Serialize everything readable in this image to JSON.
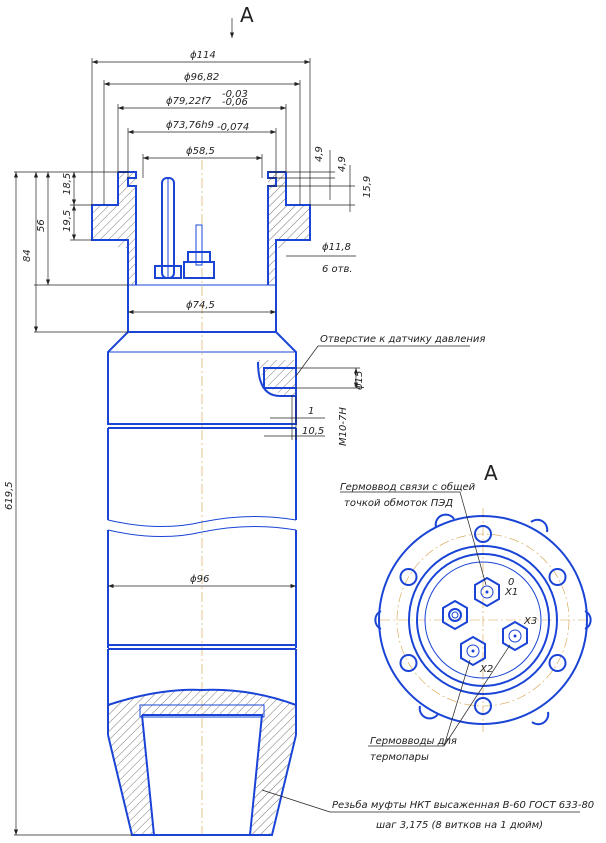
{
  "view_label_top": "A",
  "view_label_side": "A",
  "dims": {
    "d114": "ϕ114",
    "d96_82": "ϕ96,82",
    "d79_22": "ϕ79,22f7",
    "d79_22_tol_up": "-0,03",
    "d79_22_tol_dn": "-0,06",
    "d73_76": "ϕ73,76h9",
    "d73_76_tol": "-0,074",
    "d58_5": "ϕ58,5",
    "d74_5": "ϕ74,5",
    "d96": "ϕ96",
    "d15": "ϕ15",
    "d11_8": "ϕ11,8",
    "holes": "6 отв.",
    "v4_9a": "4,9",
    "v4_9b": "4,9",
    "v15_9": "15,9",
    "v18_5": "18,5",
    "v19_5": "19,5",
    "v56": "56",
    "v84": "84",
    "v619_5": "619,5",
    "v1": "1",
    "v10_5": "10,5",
    "m10": "M10-7H"
  },
  "notes": {
    "pressure_hole": "Отверстие к датчику давления",
    "lead_common_1": "Гермоввод связи с общей",
    "lead_common_2": "точкой обмоток ПЭД",
    "thermo_1": "Гермовводы для",
    "thermo_2": "термопары",
    "thread_1": "Резьба муфты НКТ высаженная В-60 ГОСТ 633-80",
    "thread_2": "шаг 3,175 (8 витков на 1 дюйм)"
  },
  "pins": {
    "x1": "X1",
    "x2": "X2",
    "x3": "X3",
    "zero": "0"
  },
  "colors": {
    "outline": "#1a44d6",
    "dimension": "#222222",
    "centerline": "#d4a24a"
  }
}
